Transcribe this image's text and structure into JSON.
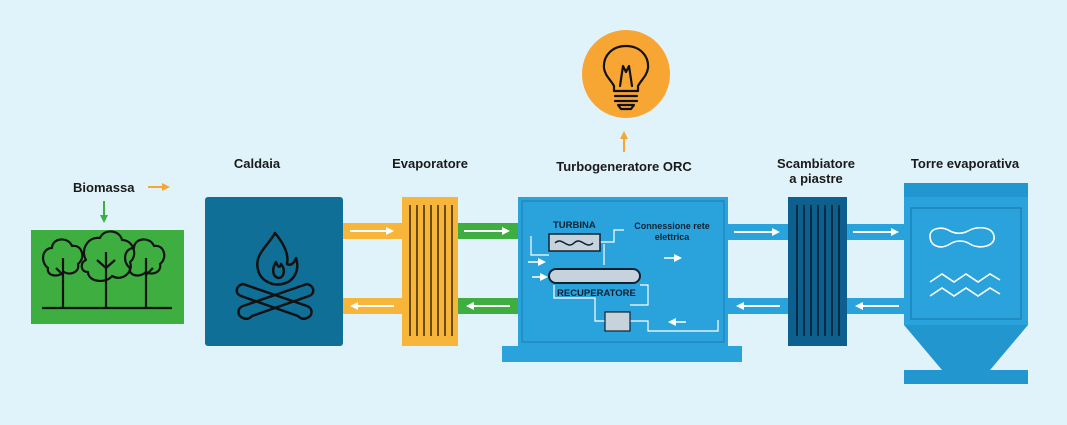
{
  "labels": {
    "biomassa": "Biomassa",
    "caldaia": "Caldaia",
    "evaporatore": "Evaporatore",
    "turbogeneratore": "Turbogeneratore ORC",
    "scambiatore_line1": "Scambiatore",
    "scambiatore_line2": "a piastre",
    "torre": "Torre evaporativa",
    "turbina": "TURBINA",
    "connessione_line1": "Connessione rete",
    "connessione_line2": "elettrica",
    "recuperatore": "RECUPERATORE"
  },
  "colors": {
    "background": "#e0f2fa",
    "forest_green": "#3dae3f",
    "boiler_blue": "#0f6f97",
    "evaporator_orange": "#f7b53a",
    "orc_blue": "#2aa3dc",
    "exchanger_navy": "#0d5f8e",
    "tower_blue": "#2296cf",
    "green_pipe": "#3dae3f",
    "blue_pipe": "#2aa3dc",
    "bulb_orange": "#f7a634"
  },
  "icons": [
    "trees-icon",
    "flame-icon",
    "lightbulb-icon",
    "turbine-icon",
    "recuperator-icon",
    "pump-icon",
    "water-wave-icon",
    "cloud-icon"
  ]
}
